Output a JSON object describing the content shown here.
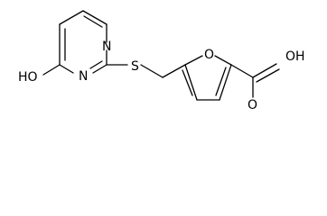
{
  "molecule": {
    "atoms": {
      "hydroxyl_oxygen": "HO",
      "pyrimidine_n_top": "N",
      "pyrimidine_n_bottom": "N",
      "thioether_sulfur": "S",
      "furan_oxygen": "O",
      "acid_oxygen": "OH",
      "carbonyl_oxygen": "O"
    }
  },
  "colors": {
    "bond": "#000000",
    "text": "#000000",
    "background": "#ffffff"
  }
}
